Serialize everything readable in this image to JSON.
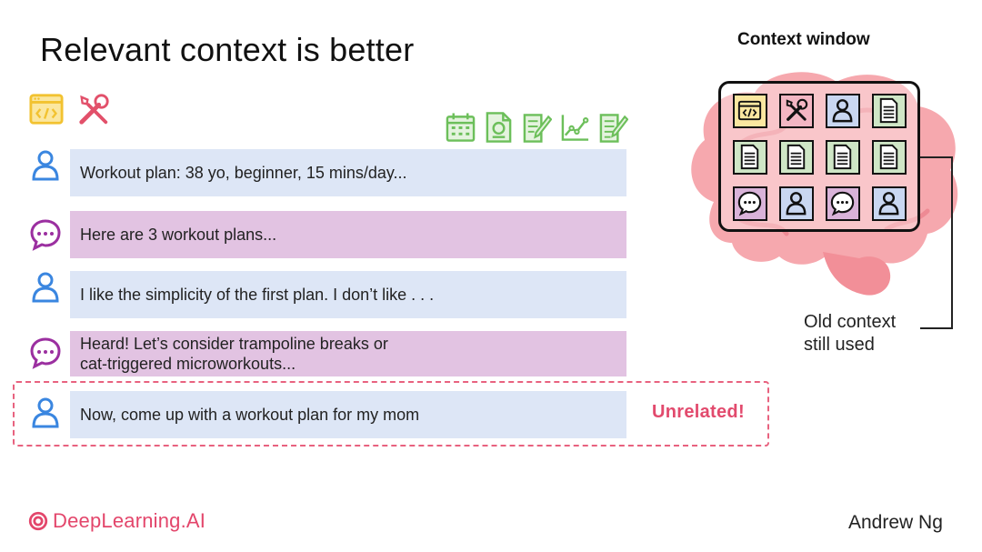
{
  "slide": {
    "title": "Relevant context is better",
    "author": "Andrew Ng",
    "brand": "DeepLearning.AI"
  },
  "top_icons": [
    "code-window-icon",
    "tools-icon"
  ],
  "tool_icons": [
    "calendar-icon",
    "document-icon",
    "edit-note-icon",
    "line-graph-icon",
    "edit-document-icon"
  ],
  "conversation": [
    {
      "role": "user",
      "icon": "user-icon",
      "text": "Workout plan: 38 yo, beginner, 15 mins/day..."
    },
    {
      "role": "assistant",
      "icon": "chat-bubble-icon",
      "text": "Here are 3 workout plans..."
    },
    {
      "role": "user",
      "icon": "user-icon",
      "text": "I like the simplicity of the first plan. I don’t like . . ."
    },
    {
      "role": "assistant",
      "icon": "chat-bubble-icon",
      "text": "Heard! Let’s consider trampoline breaks or cat-triggered microworkouts..."
    },
    {
      "role": "user",
      "icon": "user-icon",
      "text": "Now, come up with a workout plan for my mom"
    }
  ],
  "highlight": {
    "label": "Unrelated!"
  },
  "context_window": {
    "title": "Context window",
    "annotation_line1": "Old context",
    "annotation_line2": "still used",
    "cells": [
      "code-window-icon",
      "tools-icon",
      "user-icon",
      "document-icon",
      "document-icon",
      "document-icon",
      "document-icon",
      "document-icon",
      "chat-bubble-icon",
      "user-icon",
      "chat-bubble-icon",
      "user-icon"
    ]
  },
  "colors": {
    "user_bg": "#dde6f6",
    "assistant_bg": "#e2c3e2",
    "user_icon": "#3a86e0",
    "assistant_icon": "#9b2fa0",
    "accent_pink": "#e24a6d",
    "tool_yellow": "#f2c230",
    "tool_red": "#e2506a",
    "doc_green": "#6cbf5a",
    "brain": "#f49aa2"
  }
}
